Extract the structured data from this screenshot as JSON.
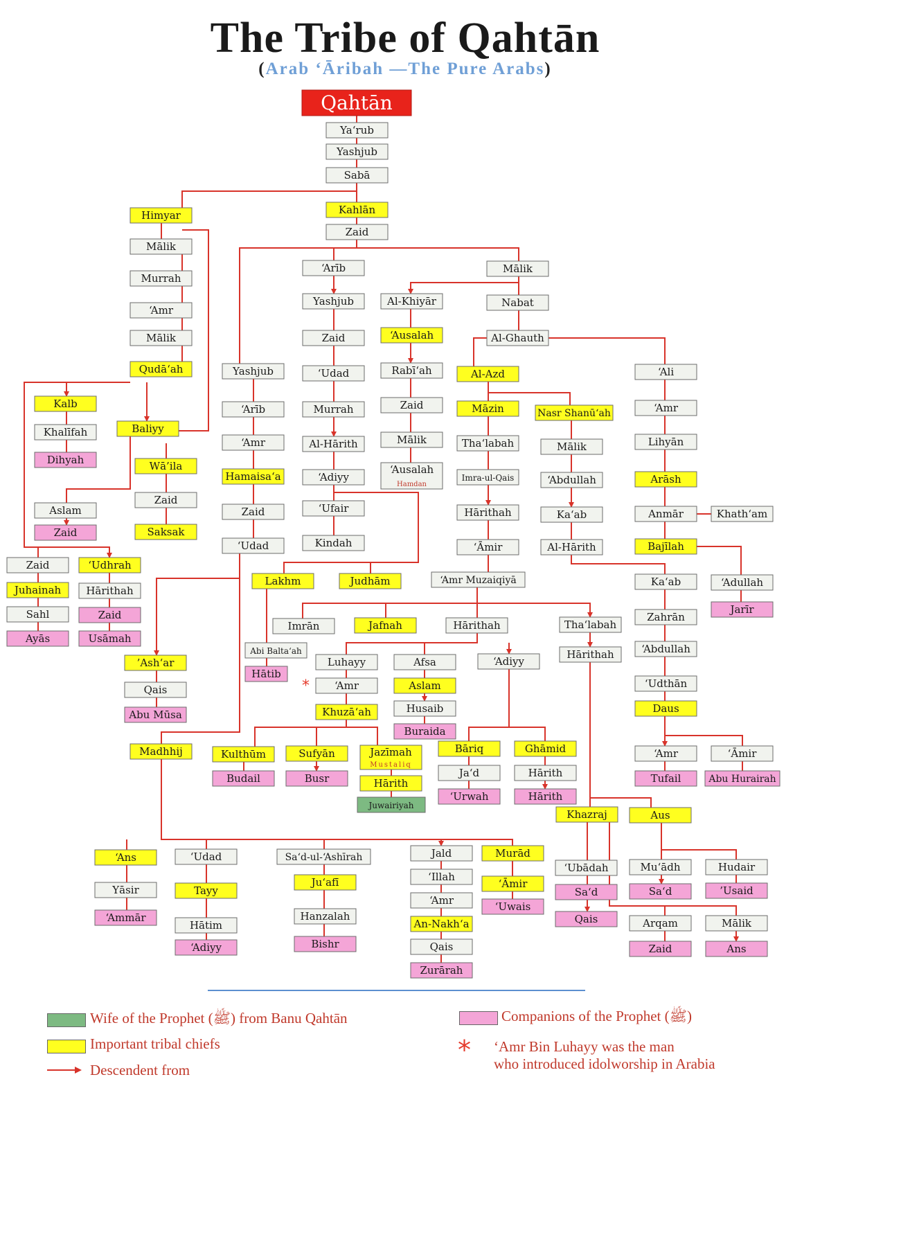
{
  "title": "The Tribe of Qahtān",
  "subtitle": {
    "open": "(",
    "text": "Arab ‘Āribah —The Pure Arabs",
    "close": ")"
  },
  "colors": {
    "root": "#e8231b",
    "chief": "#ffff1f",
    "companion": "#f4a5d7",
    "wife": "#7dba82",
    "plain": "#f1f3ee",
    "line": "#d8332a"
  },
  "nodes": [
    {
      "id": "qahtan",
      "label": "Qahtān",
      "t": "root"
    },
    {
      "id": "yarub",
      "label": "Ya‘rub"
    },
    {
      "id": "yashjub1",
      "label": "Yashjub"
    },
    {
      "id": "saba",
      "label": "Sabā"
    },
    {
      "id": "himyar",
      "label": "Himyar",
      "t": "chief"
    },
    {
      "id": "kahlan",
      "label": "Kahlān",
      "t": "chief"
    },
    {
      "id": "zaid_k",
      "label": "Zaid"
    },
    {
      "id": "malik_h1",
      "label": "Mālik"
    },
    {
      "id": "murrah_h",
      "label": "Murrah"
    },
    {
      "id": "amr_h",
      "label": "‘Amr"
    },
    {
      "id": "malik_h2",
      "label": "Mālik"
    },
    {
      "id": "qudaah",
      "label": "Qudā‘ah",
      "t": "chief"
    },
    {
      "id": "kalb",
      "label": "Kalb",
      "t": "chief"
    },
    {
      "id": "khalifah",
      "label": "Khalīfah"
    },
    {
      "id": "dihyah",
      "label": "Dihyah",
      "t": "companion"
    },
    {
      "id": "baliyy",
      "label": "Baliyy",
      "t": "chief"
    },
    {
      "id": "waila",
      "label": "Wā’ila",
      "t": "chief"
    },
    {
      "id": "zaid_w",
      "label": "Zaid"
    },
    {
      "id": "saksak",
      "label": "Saksak",
      "t": "chief"
    },
    {
      "id": "aslam_b",
      "label": "Aslam"
    },
    {
      "id": "zaid_b",
      "label": "Zaid",
      "t": "companion"
    },
    {
      "id": "zaid_q",
      "label": "Zaid"
    },
    {
      "id": "juhainah",
      "label": "Juhainah",
      "t": "chief"
    },
    {
      "id": "sahl",
      "label": "Sahl"
    },
    {
      "id": "ayas",
      "label": "Ayās",
      "t": "companion"
    },
    {
      "id": "udhrah",
      "label": "‘Udhrah",
      "t": "chief"
    },
    {
      "id": "harithah_u",
      "label": "Hārithah"
    },
    {
      "id": "zaid_u",
      "label": "Zaid",
      "t": "companion"
    },
    {
      "id": "usamah",
      "label": "Usāmah",
      "t": "companion"
    },
    {
      "id": "arib1",
      "label": "‘Arīb"
    },
    {
      "id": "yashjub_a",
      "label": "Yashjub"
    },
    {
      "id": "zaid_a",
      "label": "Zaid"
    },
    {
      "id": "udad_a",
      "label": "‘Udad"
    },
    {
      "id": "murrah_a",
      "label": "Murrah"
    },
    {
      "id": "alharith_a",
      "label": "Al-Hārith"
    },
    {
      "id": "adiyy_a",
      "label": "‘Adiyy"
    },
    {
      "id": "ufair",
      "label": "‘Ufair"
    },
    {
      "id": "kindah",
      "label": "Kindah"
    },
    {
      "id": "yashjub_l",
      "label": "Yashjub"
    },
    {
      "id": "arib_l",
      "label": "‘Arīb"
    },
    {
      "id": "amr_l",
      "label": "‘Amr"
    },
    {
      "id": "hamaisaa",
      "label": "Hamaisa‘a",
      "t": "chief"
    },
    {
      "id": "zaid_l",
      "label": "Zaid"
    },
    {
      "id": "udad_l",
      "label": "‘Udad"
    },
    {
      "id": "lakhm",
      "label": "Lakhm",
      "t": "chief"
    },
    {
      "id": "judham",
      "label": "Judhām",
      "t": "chief"
    },
    {
      "id": "abibaltaah",
      "label": "Abi Balta‘ah"
    },
    {
      "id": "hatib",
      "label": "Hātib",
      "t": "companion"
    },
    {
      "id": "ashar",
      "label": "’Ash‘ar",
      "t": "chief"
    },
    {
      "id": "qais_a",
      "label": "Qais"
    },
    {
      "id": "abumusa",
      "label": "Abu Mūsa",
      "t": "companion"
    },
    {
      "id": "madhhij",
      "label": "Madhhij",
      "t": "chief"
    },
    {
      "id": "malik_m",
      "label": "Mālik"
    },
    {
      "id": "alkhiyar",
      "label": "Al-Khiyār"
    },
    {
      "id": "ausalah1",
      "label": "‘Ausalah",
      "t": "chief"
    },
    {
      "id": "rabiah",
      "label": "Rabī‘ah"
    },
    {
      "id": "zaid_r",
      "label": "Zaid"
    },
    {
      "id": "malik_r",
      "label": "Mālik"
    },
    {
      "id": "ausalah2",
      "label": "‘Ausalah",
      "sub": "Hamdan"
    },
    {
      "id": "nabat",
      "label": "Nabat"
    },
    {
      "id": "alghauth",
      "label": "Al-Ghauth"
    },
    {
      "id": "alazd",
      "label": "Al-Azd",
      "t": "chief"
    },
    {
      "id": "mazin",
      "label": "Māzin",
      "t": "chief"
    },
    {
      "id": "thalabah_m",
      "label": "Tha‘labah"
    },
    {
      "id": "imraulqais",
      "label": "Imra-ul-Qais"
    },
    {
      "id": "harithah_m",
      "label": "Hārithah"
    },
    {
      "id": "amir_m",
      "label": "‘Āmir"
    },
    {
      "id": "amrmuzaiqiya",
      "label": "‘Amr Muzaiqiyā"
    },
    {
      "id": "nasr",
      "label": "Nasr Shanū‘ah",
      "t": "chief"
    },
    {
      "id": "malik_n",
      "label": "Mālik"
    },
    {
      "id": "abdullah_n",
      "label": "‘Abdullah"
    },
    {
      "id": "kaab_n",
      "label": "Ka‘ab"
    },
    {
      "id": "alharith_n",
      "label": "Al-Hārith"
    },
    {
      "id": "ali",
      "label": "‘Ali"
    },
    {
      "id": "amr_ali",
      "label": "‘Amr"
    },
    {
      "id": "lihyan",
      "label": "Lihyān"
    },
    {
      "id": "arash",
      "label": "Arāsh",
      "t": "chief"
    },
    {
      "id": "anmar",
      "label": "Anmār"
    },
    {
      "id": "khatham",
      "label": "Khath‘am"
    },
    {
      "id": "bajilah",
      "label": "Bajīlah",
      "t": "chief"
    },
    {
      "id": "adullah",
      "label": "‘Adullah"
    },
    {
      "id": "jarir",
      "label": "Jarīr",
      "t": "companion"
    },
    {
      "id": "kaab_z",
      "label": "Ka‘ab"
    },
    {
      "id": "zahran",
      "label": "Zahrān"
    },
    {
      "id": "abdullah_z",
      "label": "‘Abdullah"
    },
    {
      "id": "udthan",
      "label": "‘Udthān"
    },
    {
      "id": "daus",
      "label": "Daus",
      "t": "chief"
    },
    {
      "id": "amr_d",
      "label": "‘Amr"
    },
    {
      "id": "amir_d",
      "label": "‘Āmir"
    },
    {
      "id": "tufail",
      "label": "Tufail",
      "t": "companion"
    },
    {
      "id": "abuhurairah",
      "label": "Abu Hurairah",
      "t": "companion"
    },
    {
      "id": "imran",
      "label": "Imrān"
    },
    {
      "id": "jafnah",
      "label": "Jafnah",
      "t": "chief"
    },
    {
      "id": "harithah_j",
      "label": "Hārithah"
    },
    {
      "id": "thalabah_t",
      "label": "Tha‘labah"
    },
    {
      "id": "harithah_t",
      "label": "Hārithah"
    },
    {
      "id": "luhayy",
      "label": "Luhayy"
    },
    {
      "id": "amr_lu",
      "label": "‘Amr"
    },
    {
      "id": "khuzaah",
      "label": "Khuzā‘ah",
      "t": "chief"
    },
    {
      "id": "afsa",
      "label": "Afsa"
    },
    {
      "id": "aslam_af",
      "label": "Aslam",
      "t": "chief"
    },
    {
      "id": "husaib",
      "label": "Husaib"
    },
    {
      "id": "buraida",
      "label": "Buraida",
      "t": "companion"
    },
    {
      "id": "adiyy_h",
      "label": "‘Adiyy"
    },
    {
      "id": "bariq",
      "label": "Bāriq",
      "t": "chief"
    },
    {
      "id": "jad",
      "label": "Ja‘d"
    },
    {
      "id": "urwah",
      "label": "‘Urwah",
      "t": "companion"
    },
    {
      "id": "ghamid",
      "label": "Ghāmid",
      "t": "chief"
    },
    {
      "id": "harith_g",
      "label": "Hārith"
    },
    {
      "id": "harith_g2",
      "label": "Hārith",
      "t": "companion"
    },
    {
      "id": "kulthum",
      "label": "Kulthūm",
      "t": "chief"
    },
    {
      "id": "budail",
      "label": "Budail",
      "t": "companion"
    },
    {
      "id": "sufyan",
      "label": "Sufyān",
      "t": "chief"
    },
    {
      "id": "busr",
      "label": "Busr",
      "t": "companion"
    },
    {
      "id": "jazimah",
      "label": "Jazīmah",
      "t": "chief",
      "sub": "Mustaliq"
    },
    {
      "id": "harith_j",
      "label": "Hārith",
      "t": "chief"
    },
    {
      "id": "juwairiyah",
      "label": "Juwairiyah",
      "t": "wife"
    },
    {
      "id": "khazraj",
      "label": "Khazraj",
      "t": "chief"
    },
    {
      "id": "aus",
      "label": "Aus",
      "t": "chief"
    },
    {
      "id": "ubadah",
      "label": "‘Ubādah"
    },
    {
      "id": "sad_k",
      "label": "Sa‘d",
      "t": "companion"
    },
    {
      "id": "qais_k",
      "label": "Qais",
      "t": "companion"
    },
    {
      "id": "muadh",
      "label": "Mu‘ādh"
    },
    {
      "id": "sad_a",
      "label": "Sa‘d",
      "t": "companion"
    },
    {
      "id": "hudair",
      "label": "Hudair"
    },
    {
      "id": "usaid",
      "label": "’Usaid",
      "t": "companion"
    },
    {
      "id": "arqam",
      "label": "Arqam"
    },
    {
      "id": "zaid_aq",
      "label": "Zaid",
      "t": "companion"
    },
    {
      "id": "malik_aus",
      "label": "Mālik"
    },
    {
      "id": "ans_m",
      "label": "Ans",
      "t": "companion"
    },
    {
      "id": "ans",
      "label": "‘Ans",
      "t": "chief"
    },
    {
      "id": "yasir",
      "label": "Yāsir"
    },
    {
      "id": "ammar",
      "label": "‘Ammār",
      "t": "companion"
    },
    {
      "id": "udad_m",
      "label": "‘Udad"
    },
    {
      "id": "tayy",
      "label": "Tayy",
      "t": "chief"
    },
    {
      "id": "hatim",
      "label": "Hātim"
    },
    {
      "id": "adiyy_t",
      "label": "‘Adiyy",
      "t": "companion"
    },
    {
      "id": "sadulashirah",
      "label": "Sa‘d-ul-‘Ashīrah"
    },
    {
      "id": "juafi",
      "label": "Ju‘afī",
      "t": "chief"
    },
    {
      "id": "hanzalah",
      "label": "Hanzalah"
    },
    {
      "id": "bishr",
      "label": "Bishr",
      "t": "companion"
    },
    {
      "id": "jald",
      "label": "Jald"
    },
    {
      "id": "illah",
      "label": "‘Illah"
    },
    {
      "id": "amr_j",
      "label": "‘Amr"
    },
    {
      "id": "annakha",
      "label": "An-Nakh‘a",
      "t": "chief"
    },
    {
      "id": "qais_n",
      "label": "Qais"
    },
    {
      "id": "zurarah",
      "label": "Zurārah",
      "t": "companion"
    },
    {
      "id": "murad",
      "label": "Murād",
      "t": "chief"
    },
    {
      "id": "amir_mu",
      "label": "‘Āmir",
      "t": "chief"
    },
    {
      "id": "uwais",
      "label": "‘Uwais",
      "t": "companion"
    }
  ],
  "legend": {
    "wife": "Wife of the Prophet (ﷺ) from Banu Qahtān",
    "chiefs": "Important tribal chiefs",
    "descent": "Descendent from",
    "companions": "Companions of the Prophet (ﷺ)",
    "asterisk": "*",
    "note_line1": "‘Amr Bin Luhayy was the man",
    "note_line2": "who introduced idolworship in Arabia"
  }
}
